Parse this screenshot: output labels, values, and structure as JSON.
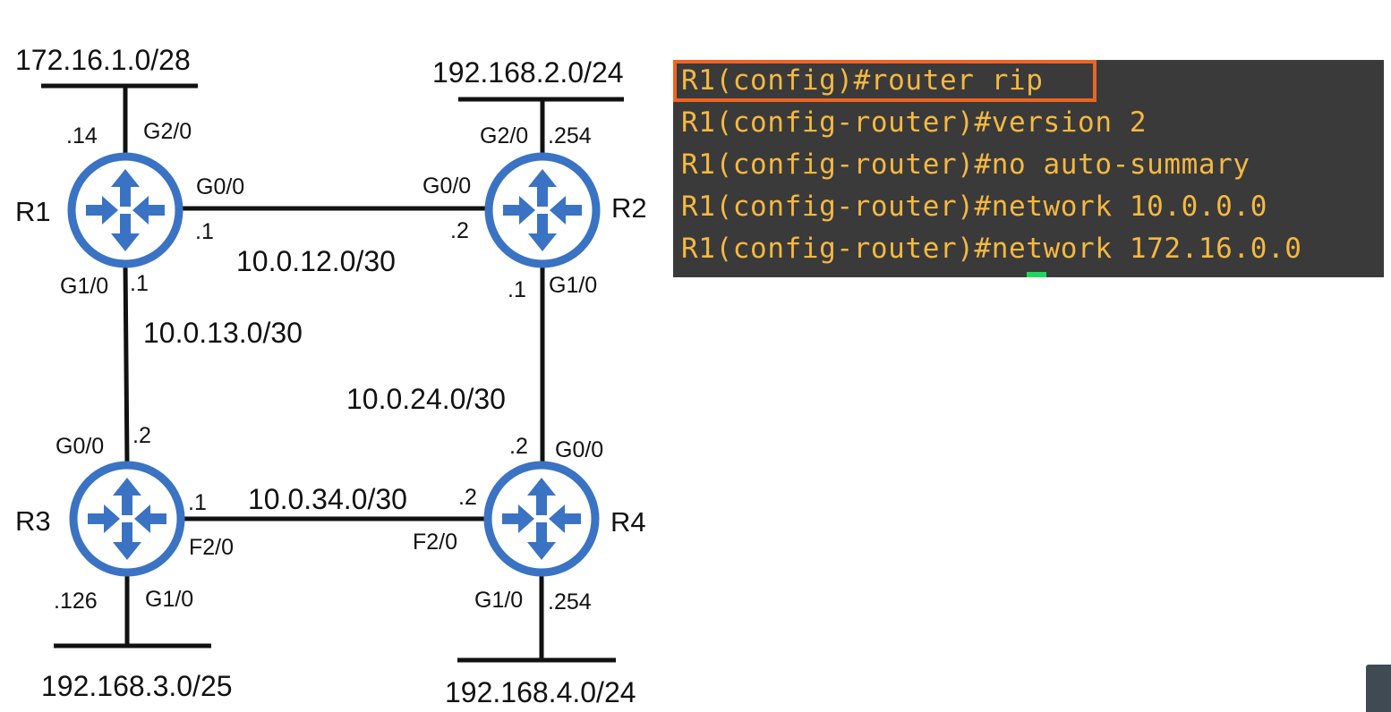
{
  "networks": {
    "r1_lan": "172.16.1.0/28",
    "r2_lan": "192.168.2.0/24",
    "r3_lan": "192.168.3.0/25",
    "r4_lan": "192.168.4.0/24",
    "r1_r2": "10.0.12.0/30",
    "r1_r3": "10.0.13.0/30",
    "r2_r4": "10.0.24.0/30",
    "r3_r4": "10.0.34.0/30"
  },
  "routers": {
    "r1": {
      "name": "R1",
      "lan_iface": "G2/0",
      "lan_host": ".14",
      "r2_iface": "G0/0",
      "r2_host": ".1",
      "r3_iface": "G1/0",
      "r3_host": ".1"
    },
    "r2": {
      "name": "R2",
      "lan_iface": "G2/0",
      "lan_host": ".254",
      "r1_iface": "G0/0",
      "r1_host": ".2",
      "r4_iface": "G1/0",
      "r4_host": ".1"
    },
    "r3": {
      "name": "R3",
      "r1_iface": "G0/0",
      "r1_host": ".2",
      "r4_iface": "F2/0",
      "r4_host": ".1",
      "lan_iface": "G1/0",
      "lan_host": ".126"
    },
    "r4": {
      "name": "R4",
      "r2_iface": "G0/0",
      "r2_host": ".2",
      "r3_iface": "F2/0",
      "r3_host": ".2",
      "lan_iface": "G1/0",
      "lan_host": ".254"
    }
  },
  "terminal": {
    "lines": [
      "R1(config)#router rip",
      "R1(config-router)#version 2",
      "R1(config-router)#no auto-summary",
      "R1(config-router)#network 10.0.0.0",
      "R1(config-router)#network 172.16.0.0"
    ]
  },
  "colors": {
    "router": "#3a73c4",
    "terminal_bg": "#3a3a3a",
    "terminal_text": "#f5b841",
    "highlight_border": "#ef6420",
    "cursor": "#1fd65f"
  }
}
